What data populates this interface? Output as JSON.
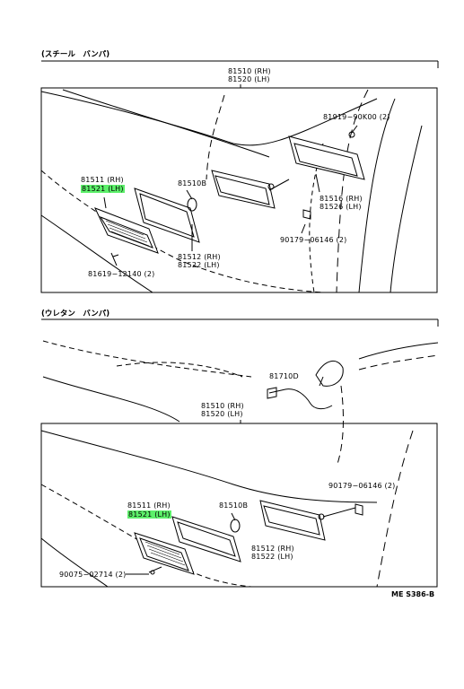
{
  "sections": {
    "top_title": "(スチール　バンパ)",
    "bottom_title": "(ウレタン　バンパ)"
  },
  "top": {
    "p81510": "81510 (RH)",
    "p81520": "81520 (LH)",
    "p81919": "81919−90K00 (2)",
    "p81511": "81511 (RH)",
    "p81521": "81521 (LH)",
    "p81510b": "81510B",
    "p81516": "81516 (RH)",
    "p81526": "81526 (LH)",
    "p90179": "90179−06146 (2)",
    "p81512": "81512 (RH)",
    "p81522": "81522 (LH)",
    "p81619": "81619−12140 (2)"
  },
  "bottom": {
    "p81710": "81710D",
    "p81510": "81510 (RH)",
    "p81520": "81520 (LH)",
    "p90179": "90179−06146 (2)",
    "p81511": "81511 (RH)",
    "p81521": "81521 (LH)",
    "p81510b": "81510B",
    "p81512": "81512 (RH)",
    "p81522": "81522 (LH)",
    "p90075": "90075−02714 (2)"
  },
  "ref_code": "ME S386-B",
  "colors": {
    "highlight": "#5cf06a",
    "line": "#000000"
  }
}
